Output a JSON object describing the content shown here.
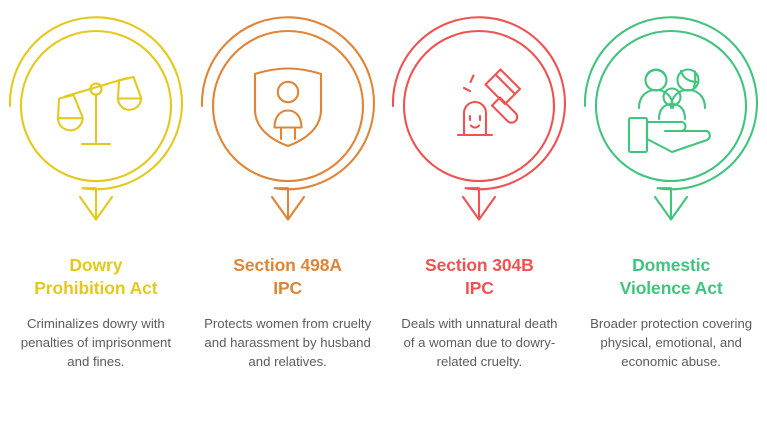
{
  "page": {
    "background": "#ffffff",
    "body_text_color": "#5c5c5c"
  },
  "cards": [
    {
      "id": "dowry-prohibition-act",
      "color": "#E3C91D",
      "icon": "balance-scale-icon",
      "title": "Dowry\nProhibition Act",
      "title_line1": "Dowry",
      "title_line2": "Prohibition Act",
      "description": "Criminalizes dowry with penalties of imprisonment and fines."
    },
    {
      "id": "section-498a-ipc",
      "color": "#E08436",
      "icon": "shield-person-icon",
      "title": "Section 498A\nIPC",
      "title_line1": "Section 498A",
      "title_line2": "IPC",
      "description": "Protects women from cruelty and harassment by husband and relatives."
    },
    {
      "id": "section-304b-ipc",
      "color": "#EE5353",
      "icon": "gavel-victim-icon",
      "title": "Section 304B\nIPC",
      "title_line1": "Section 304B",
      "title_line2": "IPC",
      "description": "Deals with unnatural death of a woman due to dowry-related cruelty."
    },
    {
      "id": "domestic-violence-act",
      "color": "#42C37E",
      "icon": "family-in-hand-icon",
      "title": "Domestic\nViolence Act",
      "title_line1": "Domestic",
      "title_line2": "Violence Act",
      "description": "Broader protection covering physical, emotional, and economic abuse."
    }
  ]
}
